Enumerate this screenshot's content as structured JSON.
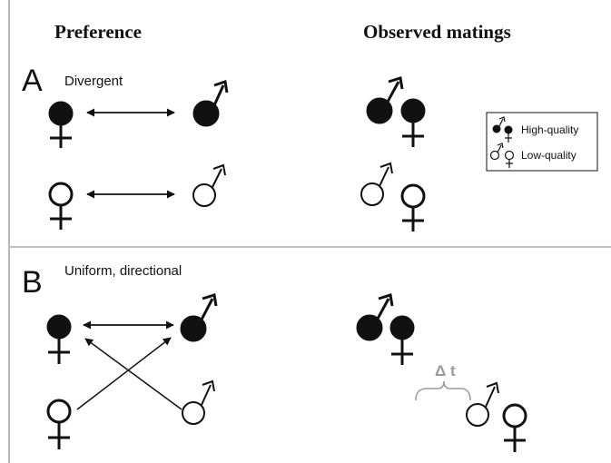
{
  "headings": {
    "preference": "Preference",
    "observed_matings": "Observed matings"
  },
  "panel_a": {
    "letter": "A",
    "label": "Divergent"
  },
  "panel_b": {
    "letter": "B",
    "label": "Uniform, directional"
  },
  "legend": {
    "high_quality": "High-quality",
    "low_quality": "Low-quality"
  },
  "delta_t": "Δ t",
  "colors": {
    "ink": "#111111",
    "divider": "#bdbdbd",
    "delta_gray": "#9a9a9a",
    "frame": "#9e9e9e"
  }
}
